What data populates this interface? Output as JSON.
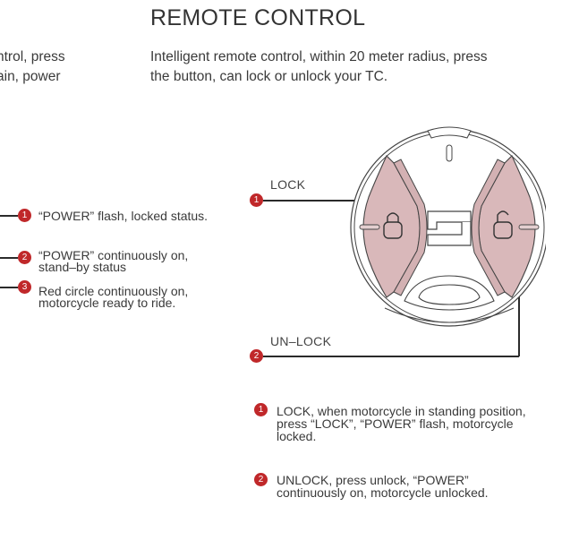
{
  "header": {
    "title": "REMOTE CONTROL",
    "intro_line1": "Intelligent remote control, within 20 meter radius, press",
    "intro_line2": "the button, can lock or unlock your TC."
  },
  "left_column_fragment": {
    "line1": "ntrol, press",
    "line2": "ain, power"
  },
  "status_list": [
    {
      "number": "1",
      "line1": "“POWER” flash, locked status.",
      "line2": ""
    },
    {
      "number": "2",
      "line1": "“POWER” continuously on,",
      "line2": "stand–by status"
    },
    {
      "number": "3",
      "line1": "Red circle continuously on,",
      "line2": "motorcycle ready to ride."
    }
  ],
  "remote_callouts": [
    {
      "number": "1",
      "label": "LOCK"
    },
    {
      "number": "2",
      "label": "UN–LOCK"
    }
  ],
  "instructions": [
    {
      "number": "1",
      "line1": "LOCK, when motorcycle in standing position,",
      "line2": "press “LOCK”, “POWER” flash, motorcycle",
      "line3": "locked."
    },
    {
      "number": "2",
      "line1": "UNLOCK, press unlock, “POWER”",
      "line2": "continuously on, motorcycle unlocked."
    }
  ],
  "colors": {
    "badge_red": "#c0282a",
    "button_pink": "#d9b8ba",
    "line_dark": "#2b2b2b"
  },
  "icons": {
    "lock": "lock-icon",
    "unlock": "unlock-icon",
    "logo": "brand-logo-icon"
  }
}
